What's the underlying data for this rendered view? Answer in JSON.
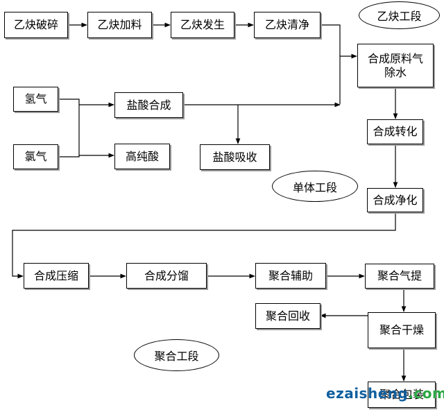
{
  "nodes": {
    "yq_posui": "乙炔破碎",
    "yq_jialiao": "乙炔加料",
    "yq_fasheng": "乙炔发生",
    "yq_qingjing": "乙炔清净",
    "ys_qi": "氢气",
    "lv_qi": "氯气",
    "yansuan_hecheng": "盐酸合成",
    "gao_chun_suan": "高纯酸",
    "yansuan_xishou": "盐酸吸收",
    "hecheng_yuanliao_qi": "合成原料气\n除水",
    "hecheng_zhuanhua": "合成转化",
    "hecheng_jinghua": "合成净化",
    "hecheng_yasuo": "合成压缩",
    "hecheng_fenliu": "合成分馏",
    "juhe_fuzhu": "聚合辅助",
    "juhe_qiti": "聚合气提",
    "juhe_huishou": "聚合回收",
    "juhe_ganzao": "聚合干燥",
    "juhe_last": "聚合包装"
  },
  "sections": {
    "yique": "乙炔工段",
    "danti": "单体工段",
    "juhe": "聚合工段"
  },
  "watermark": {
    "part1": "ezaisheng",
    "part2": ".com",
    "color1": "#0f5f9f",
    "color2": "#2aa843"
  }
}
